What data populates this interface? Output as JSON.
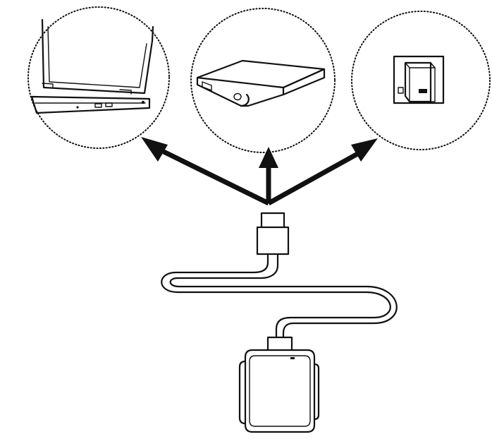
{
  "diagram": {
    "description_type": "charging-source-illustration",
    "devices": [
      {
        "id": "laptop",
        "icon": "laptop-icon"
      },
      {
        "id": "power-bank",
        "icon": "power-bank-icon"
      },
      {
        "id": "wall-adapter",
        "icon": "wall-adapter-icon"
      }
    ],
    "connector": {
      "icon": "usb-plug-icon"
    },
    "target": {
      "icon": "smartwatch-charging-cradle-icon"
    },
    "colors": {
      "line": "#111111",
      "background": "#ffffff"
    }
  }
}
